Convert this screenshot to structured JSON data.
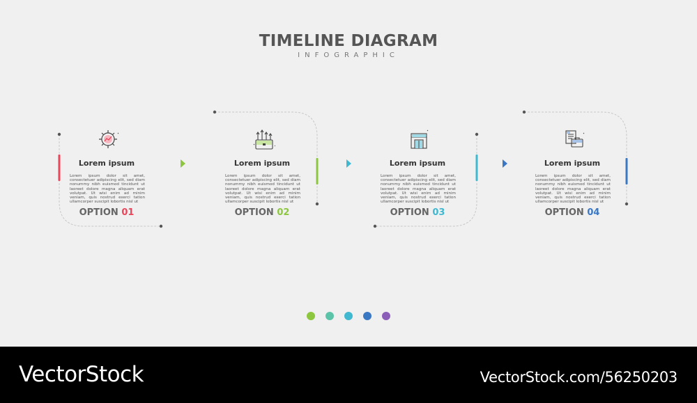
{
  "header": {
    "title": "TIMELINE DIAGRAM",
    "subtitle": "INFOGRAPHIC"
  },
  "options": [
    {
      "title": "Lorem ipsum",
      "body": "Lorem ipsum dolor sit amet, consectetuer adipiscing elit, sed diam nonummy nibh euismod tincidunt ut laoreet dolore magna aliquam erat volutpat. Ut wisi enim ad minim veniam, quis nostrud exerci tation ullamcorper suscipit lobortis nisl ut",
      "label": "OPTION",
      "number": "01",
      "color": "#e8465a",
      "icon": "gear-chart-icon"
    },
    {
      "title": "Lorem ipsum",
      "body": "Lorem ipsum dolor sit amet, consectetuer adipiscing elit, sed diam nonummy nibh euismod tincidunt ut laoreet dolore magna aliquam erat volutpat. Ut wisi enim ad minim veniam, quis nostrud exerci tation ullamcorper suscipit lobortis nisl ut",
      "label": "OPTION",
      "number": "02",
      "color": "#8dc63f",
      "icon": "briefcase-growth-icon"
    },
    {
      "title": "Lorem ipsum",
      "body": "Lorem ipsum dolor sit amet, consectetuer adipiscing elit, sed diam nonummy nibh euismod tincidunt ut laoreet dolore magna aliquam erat volutpat. Ut wisi enim ad minim veniam, quis nostrud exerci tation ullamcorper suscipit lobortis nisl ut",
      "label": "OPTION",
      "number": "03",
      "color": "#3fb8d0",
      "icon": "store-icon"
    },
    {
      "title": "Lorem ipsum",
      "body": "Lorem ipsum dolor sit amet, consectetuer adipiscing elit, sed diam nonummy nibh euismod tincidunt ut laoreet dolore magna aliquam erat volutpat. Ut wisi enim ad minim veniam, quis nostrud exerci tation ullamcorper suscipit lobortis nisl ut",
      "label": "OPTION",
      "number": "04",
      "color": "#3b78c4",
      "icon": "documents-briefcase-icon"
    }
  ],
  "palette_dots": [
    "#8dc63f",
    "#5bc4a8",
    "#3fb8d0",
    "#3b78c4",
    "#8b5fb8"
  ],
  "line_color": "#c8c8c8",
  "footer": {
    "brand": "VectorStock",
    "image_id": "VectorStock.com/56250203"
  }
}
